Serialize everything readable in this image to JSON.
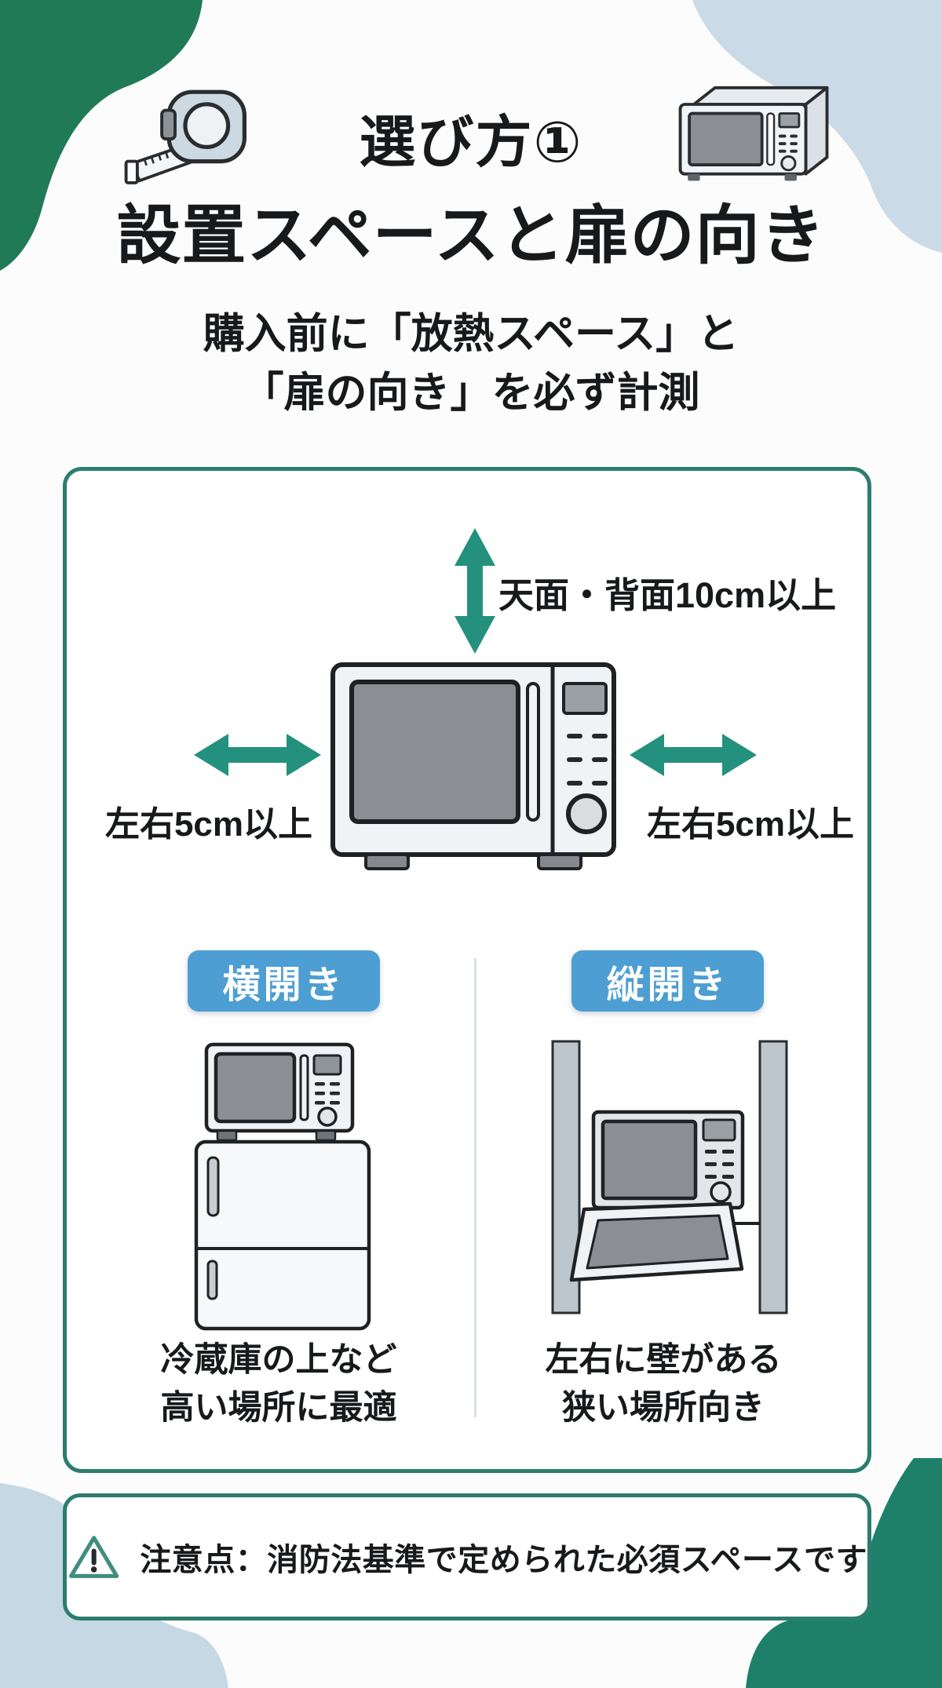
{
  "header": {
    "title": "選び方①",
    "subtitle": "設置スペースと扉の向き",
    "description_line1": "購入前に「放熱スペース」と",
    "description_line2": "「扉の向き」を必ず計測"
  },
  "diagram": {
    "top_clearance_label": "天面・背面10cm以上",
    "left_clearance_label": "左右5cm以上",
    "right_clearance_label": "左右5cm以上",
    "panels": {
      "left": {
        "badge": "横開き",
        "caption_line1": "冷蔵庫の上など",
        "caption_line2": "高い場所に最適"
      },
      "right": {
        "badge": "縦開き",
        "caption_line1": "左右に壁がある",
        "caption_line2": "狭い場所向き"
      }
    }
  },
  "caution": {
    "text": "注意点：消防法基準で定められた必須スペースです"
  },
  "icons": [
    "tape-measure-icon",
    "microwave-3d-icon",
    "vertical-clearance-arrow-icon",
    "left-clearance-arrow-icon",
    "right-clearance-arrow-icon",
    "microwave-front-illustration",
    "microwave-on-fridge-illustration",
    "microwave-between-walls-illustration",
    "warning-triangle-icon"
  ],
  "colors": {
    "accent_teal": "#23917d",
    "border_teal": "#2c7d6e",
    "badge_blue": "#4d9ed3",
    "blob_green": "#217a56",
    "blob_green_2": "#1e8068",
    "blob_blue": "#cadbe7",
    "blob_blue_2": "#c5d8e4",
    "ink": "#1f2225",
    "text": "#17191b"
  }
}
